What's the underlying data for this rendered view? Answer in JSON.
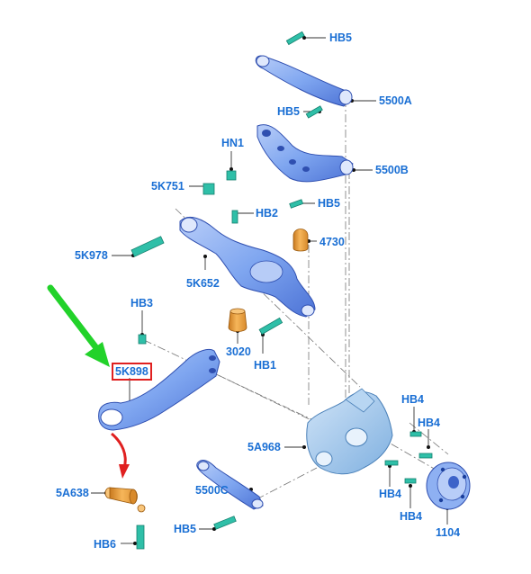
{
  "colors": {
    "label": "#1a6fd4",
    "part_fill": "#7fa6f0",
    "part_dark": "#3d63c9",
    "hub_fill": "#8eb0f2",
    "bushing": "#f2a646",
    "fastener": "#2fbfa8",
    "knuckle": "#9fc7ec",
    "green_arrow": "#22d22a",
    "red_arrow": "#e02020",
    "callout_box": "#e02020"
  },
  "icons": [
    "green-arrow-icon",
    "red-arrow-icon"
  ],
  "labels": {
    "hb5_top": "HB5",
    "p5500a": "5500A",
    "hb5_mid": "HB5",
    "hn1": "HN1",
    "p5500b": "5500B",
    "p5k751": "5K751",
    "hb5_right": "HB5",
    "hb2": "HB2",
    "p4730": "4730",
    "p5k978": "5K978",
    "p5k652": "5K652",
    "hb3": "HB3",
    "p3020": "3020",
    "hb1": "HB1",
    "p5k898": "5K898",
    "hb4_a": "HB4",
    "hb4_b": "HB4",
    "p5a968": "5A968",
    "p5500c": "5500C",
    "p5a638": "5A638",
    "hb4_c": "HB4",
    "hb4_d": "HB4",
    "hb5_bottom": "HB5",
    "p1104": "1104",
    "hb6": "HB6"
  }
}
